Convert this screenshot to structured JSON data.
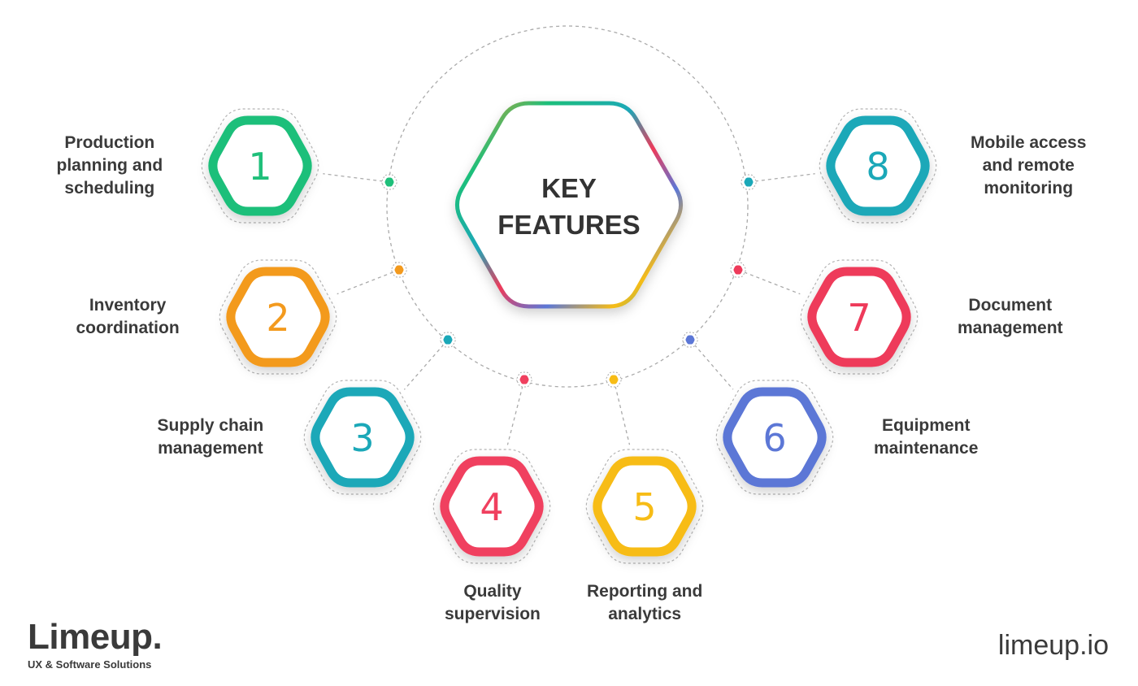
{
  "center": {
    "line1": "KEY",
    "line2": "FEATURES"
  },
  "features": [
    {
      "number": "1",
      "lines": [
        "Production",
        "planning and",
        "scheduling"
      ],
      "color": "#1fbf7a"
    },
    {
      "number": "2",
      "lines": [
        "Inventory",
        "coordination"
      ],
      "color": "#f39a1e"
    },
    {
      "number": "3",
      "lines": [
        "Supply chain",
        "management"
      ],
      "color": "#1ba8b8"
    },
    {
      "number": "4",
      "lines": [
        "Quality",
        "supervision"
      ],
      "color": "#f0405f"
    },
    {
      "number": "5",
      "lines": [
        "Reporting and",
        "analytics"
      ],
      "color": "#f7bc16"
    },
    {
      "number": "6",
      "lines": [
        "Equipment",
        "maintenance"
      ],
      "color": "#5c77d6"
    },
    {
      "number": "7",
      "lines": [
        "Document",
        "management"
      ],
      "color": "#ee3a5a"
    },
    {
      "number": "8",
      "lines": [
        "Mobile access",
        "and remote",
        "monitoring"
      ],
      "color": "#1ba8b8"
    }
  ],
  "brand": {
    "name": "Limeup.",
    "tagline": "UX & Software Solutions"
  },
  "website": "limeup.io",
  "colors": {
    "text": "#3a3a3a",
    "connector": "#aaaaaa"
  }
}
